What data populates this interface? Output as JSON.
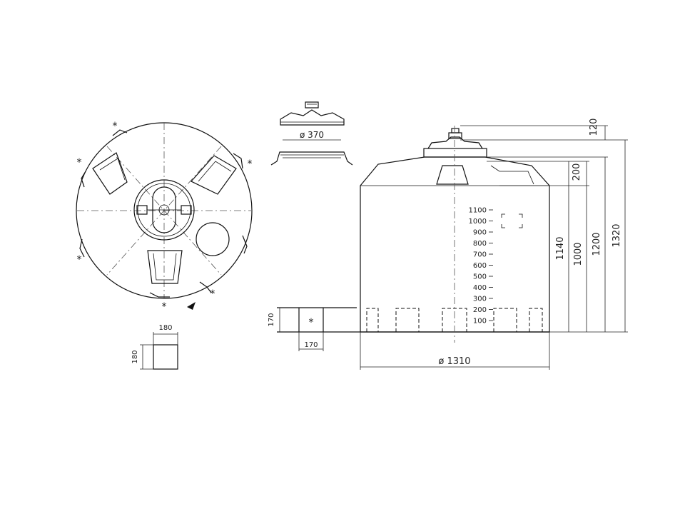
{
  "dimensions": {
    "lid_diameter": "ø 370",
    "tank_diameter": "ø 1310",
    "height_120": "120",
    "height_200": "200",
    "height_1140": "1140",
    "height_1000": "1000",
    "height_1200": "1200",
    "height_1320": "1320",
    "foot_height_170": "170",
    "foot_width_170": "170",
    "foot_width_180": "180",
    "foot_height_180": "180"
  },
  "level_scale": [
    "1100",
    "1000",
    "900",
    "800",
    "700",
    "600",
    "500",
    "400",
    "300",
    "200",
    "100"
  ],
  "symbols": {
    "foot_mark": "*"
  }
}
